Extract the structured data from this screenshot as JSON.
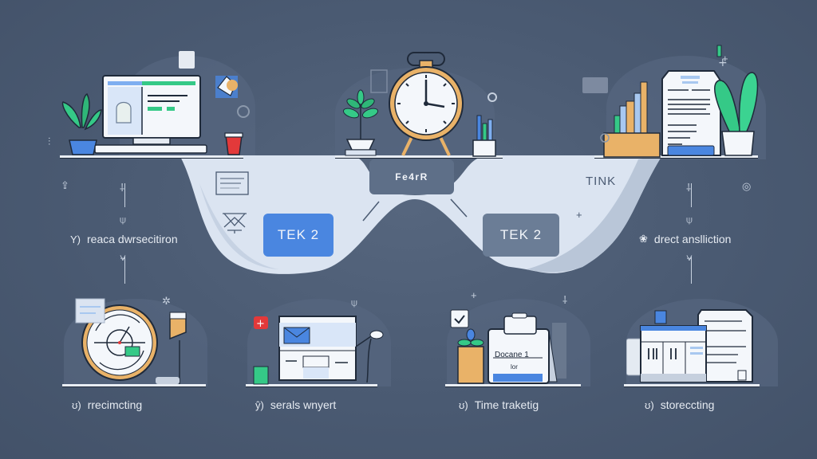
{
  "diagram": {
    "background_color": "#4a5a72",
    "band_color": "#dbe4f1",
    "accent_blue": "#4a86e0",
    "accent_green": "#35c987",
    "accent_orange": "#e9b268",
    "accent_red": "#e3393a"
  },
  "top_scenes": [
    {
      "name": "computer-desk",
      "icons": [
        "plant-icon",
        "monitor-icon",
        "pie-chart-icon",
        "red-cup-icon",
        "gear-icon"
      ]
    },
    {
      "name": "clock-desk",
      "icons": [
        "plant-icon",
        "alarm-clock-icon",
        "pencil-cup-icon",
        "clipboard-icon"
      ]
    },
    {
      "name": "documents-desk",
      "icons": [
        "bar-chart-box-icon",
        "document-icon",
        "cactus-icon",
        "browser-window-icon"
      ]
    }
  ],
  "band": {
    "top_center_label": "Fe4rR",
    "left_box_label": "TEK 2",
    "right_box_label": "TEK 2",
    "right_text": "TINK"
  },
  "side_labels": {
    "left": {
      "glyph": "Y)",
      "text": "reaca dwrsecitiron"
    },
    "right": {
      "glyph": "❀",
      "text": "drect anslliction"
    }
  },
  "bottom_items": [
    {
      "glyph": "ʊ)",
      "text": "rrecimcting",
      "scene": "clock-dial"
    },
    {
      "glyph": "ŷ)",
      "text": "serals wnyert",
      "scene": "laptop-email"
    },
    {
      "glyph": "ʊ)",
      "text": "Time traketig",
      "scene": "clipboard-note",
      "note_text": "Docane 1",
      "note_sub": "lor"
    },
    {
      "glyph": "ʊ)",
      "text": "storeccting",
      "scene": "dashboard-docs"
    }
  ]
}
